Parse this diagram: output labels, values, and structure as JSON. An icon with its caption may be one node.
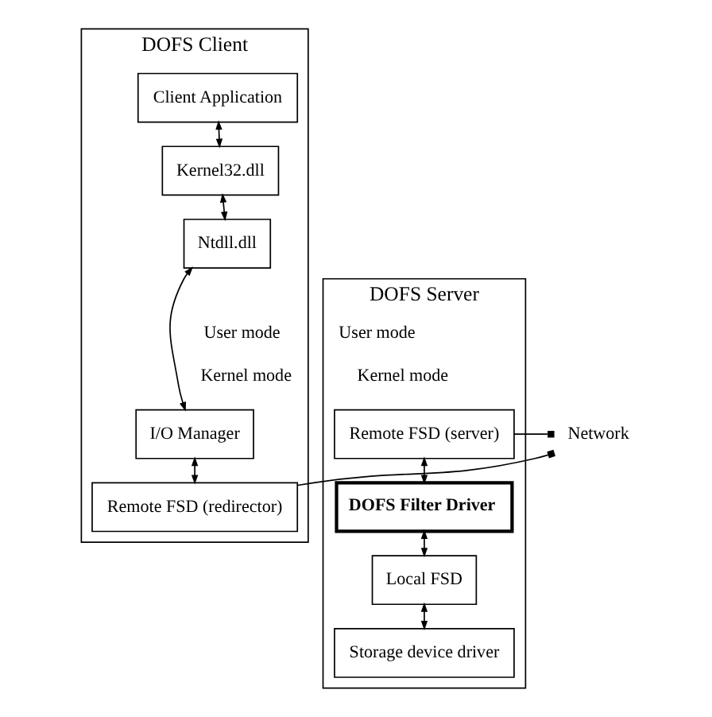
{
  "diagram": {
    "nodes": [
      {
        "text": [
          "DOFS Client"
        ]
      },
      {
        "text": [
          "Client Application"
        ],
        "in": 0
      },
      {
        "text": [
          "Kernel32.dll"
        ],
        "in": 0
      },
      {
        "text": [
          "Ntdll.dll"
        ],
        "in": 0
      },
      {
        "text": [
          "I/O Manager"
        ],
        "in": 0
      },
      {
        "text": [
          "Remote FSD (redirector)"
        ],
        "in": 0
      },
      {
        "text": [
          "DOFS Server"
        ]
      },
      {
        "text": [
          "Remote FSD (server)"
        ],
        "in": 6
      },
      {
        "text": [
          "DOFS Filter Driver"
        ],
        "in": 6
      },
      {
        "text": [
          "Local FSD"
        ],
        "in": 6
      },
      {
        "text": [
          "Storage device driver"
        ],
        "in": 6
      },
      {
        "text": [
          "Network"
        ]
      }
    ],
    "edges": [
      {
        "from": 1,
        "to": 2,
        "arrow": "both"
      },
      {
        "from": 2,
        "to": 3,
        "arrow": "both"
      },
      {
        "from": 3,
        "to": 4,
        "arrow": "both"
      },
      {
        "from": 4,
        "to": 5,
        "arrow": "both"
      },
      {
        "from": 5,
        "to": 11,
        "arrow": "other"
      },
      {
        "from": 7,
        "to": 11,
        "arrow": "other"
      },
      {
        "from": 7,
        "to": 8,
        "arrow": "both"
      },
      {
        "from": 8,
        "to": 9,
        "arrow": "both"
      },
      {
        "from": 9,
        "to": 10,
        "arrow": "both"
      }
    ],
    "labels": [
      "User mode",
      "Kernel mode",
      "User mode",
      "Kernel mode"
    ]
  }
}
